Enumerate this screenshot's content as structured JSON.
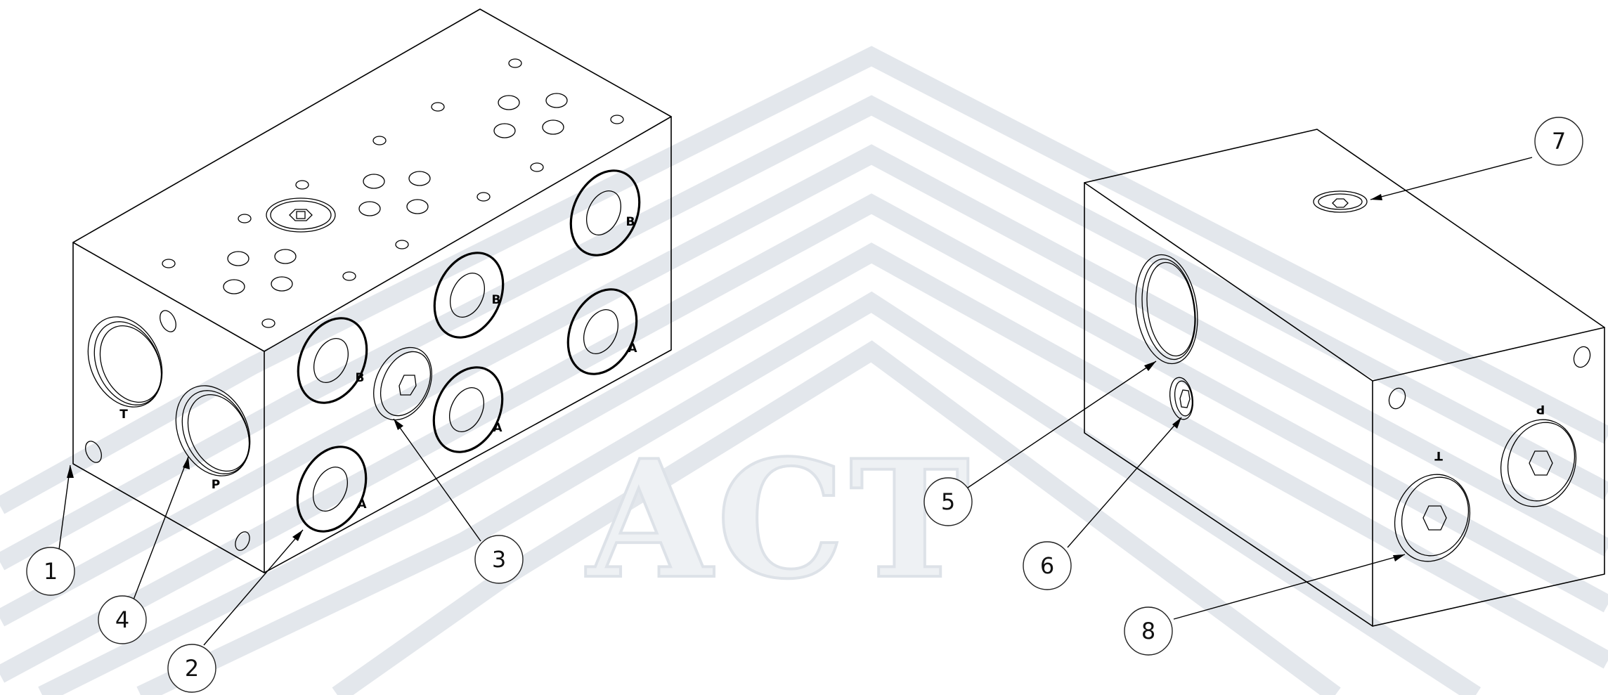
{
  "watermark": {
    "text": "ACT",
    "color": "#d5dae2"
  },
  "callouts": [
    "1",
    "2",
    "3",
    "4",
    "5",
    "6",
    "7",
    "8"
  ],
  "port_labels": {
    "left_block": {
      "top_row": "B",
      "bottom_row": "A",
      "side_t": "T",
      "side_p": "P"
    },
    "right_block": {
      "t": "T",
      "p": "P"
    }
  },
  "colors": {
    "line": "#000000",
    "background": "#ffffff"
  }
}
